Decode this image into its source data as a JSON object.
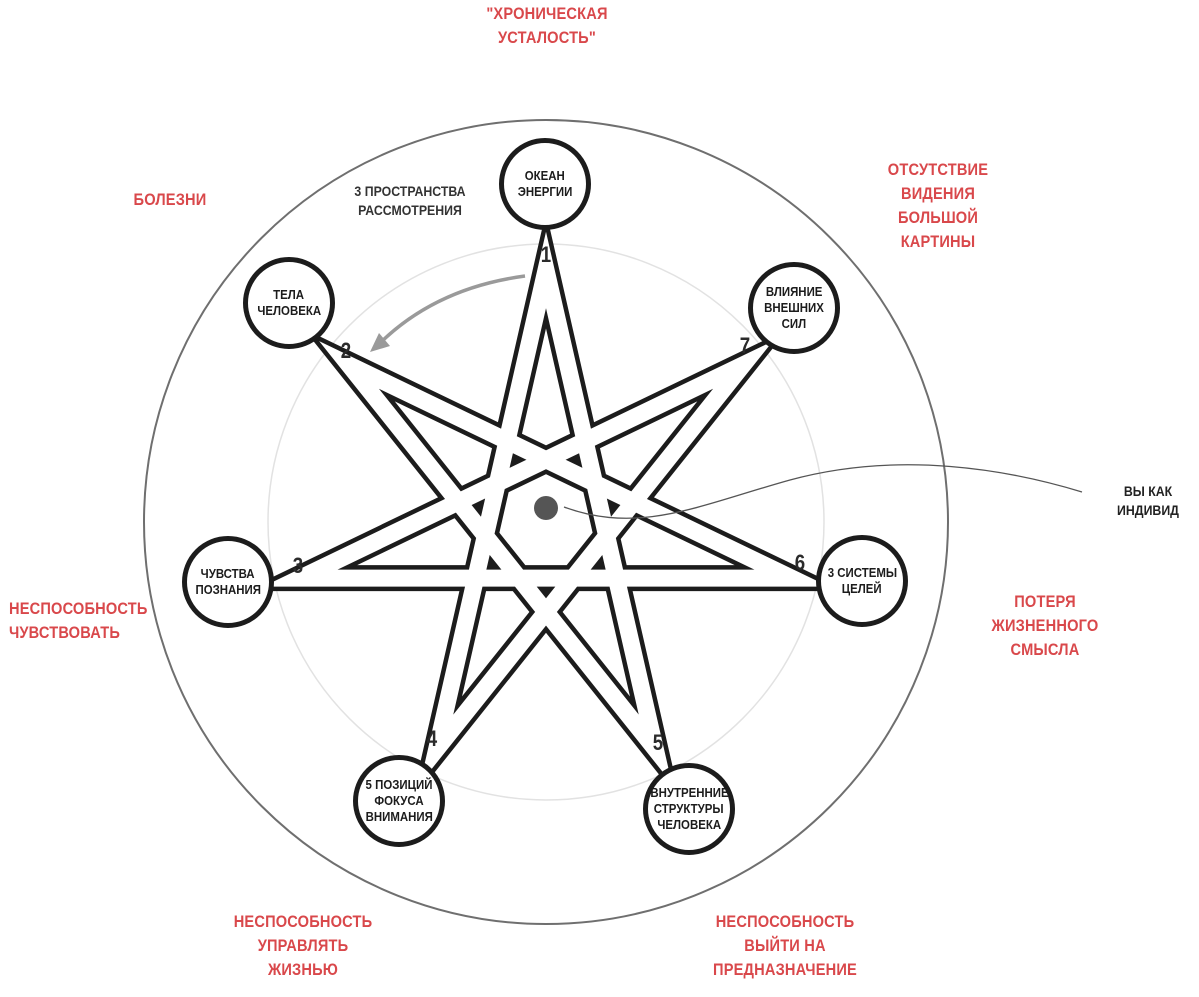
{
  "outer_problems": {
    "top": [
      "\"ХРОНИЧЕСКАЯ",
      "УСТАЛОСТЬ\""
    ],
    "upper_left": [
      "БОЛЕЗНИ"
    ],
    "upper_right": [
      "ОТСУТСТВИЕ",
      "ВИДЕНИЯ",
      "БОЛЬШОЙ",
      "КАРТИНЫ"
    ],
    "left": [
      "НЕСПОСОБНОСТЬ",
      "ЧУВСТВОВАТЬ"
    ],
    "right": [
      "ПОТЕРЯ",
      "ЖИЗНЕННОГО",
      "СМЫСЛА"
    ],
    "bottom_left": [
      "НЕСПОСОБНОСТЬ",
      "УПРАВЛЯТЬ",
      "ЖИЗНЬЮ"
    ],
    "bottom_right": [
      "НЕСПОСОБНОСТЬ",
      "ВЫЙТИ НА",
      "ПРЕДНАЗНАЧЕНИЕ"
    ]
  },
  "nodes": [
    {
      "number": "1",
      "lines": [
        "ОКЕАН",
        "ЭНЕРГИИ"
      ]
    },
    {
      "number": "2",
      "lines": [
        "ТЕЛА",
        "ЧЕЛОВЕКА"
      ]
    },
    {
      "number": "3",
      "lines": [
        "ЧУВСТВА",
        "ПОЗНАНИЯ"
      ]
    },
    {
      "number": "4",
      "lines": [
        "5 ПОЗИЦИЙ",
        "ФОКУСА",
        "ВНИМАНИЯ"
      ]
    },
    {
      "number": "5",
      "lines": [
        "ВНУТРЕННИЕ",
        "СТРУКТУРЫ",
        "ЧЕЛОВЕКА"
      ]
    },
    {
      "number": "6",
      "lines": [
        "3 СИСТЕМЫ",
        "ЦЕЛЕЙ"
      ]
    },
    {
      "number": "7",
      "lines": [
        "ВЛИЯНИЕ",
        "ВНЕШНИХ",
        "СИЛ"
      ]
    }
  ],
  "spaces_caption": [
    "3 ПРОСТРАНСТВА",
    "РАССМОТРЕНИЯ"
  ],
  "individual_label": [
    "ВЫ КАК",
    "ИНДИВИД"
  ],
  "colors": {
    "accent_red": "#d9484b",
    "ink": "#1c1c1c",
    "circle_stroke": "#6f6f6f",
    "inner_circle": "#e2e2e2",
    "arrow": "#9a9a9a",
    "center_dot": "#555555"
  }
}
